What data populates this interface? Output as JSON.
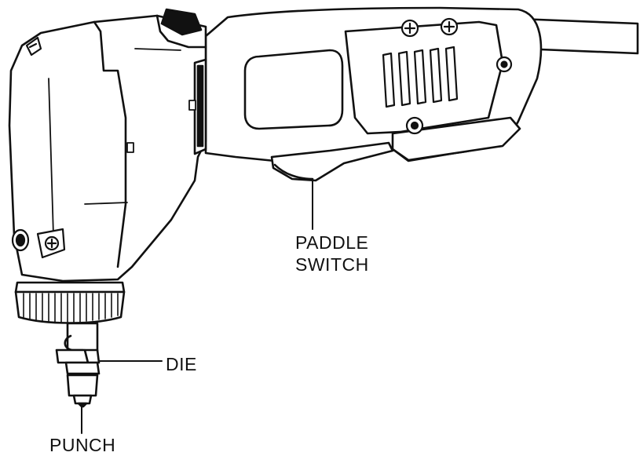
{
  "labels": {
    "paddle_switch": [
      "PADDLE",
      "SWITCH"
    ],
    "die": "DIE",
    "punch": "PUNCH"
  },
  "colors": {
    "ink": "#111111",
    "fill": "#ffffff",
    "shade": "#e6e6e6"
  },
  "illustration": {
    "subject": "nibbler-power-tool",
    "parts": [
      "body",
      "handle",
      "power-cord",
      "paddle-switch",
      "collar",
      "die",
      "punch",
      "screws",
      "vents"
    ]
  }
}
